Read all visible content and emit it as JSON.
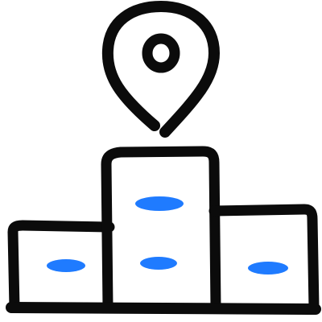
{
  "icon": {
    "name": "location-podium-icon",
    "colors": {
      "stroke": "#0b0b0b",
      "accent": "#1f7bff",
      "background": "#ffffff"
    },
    "parts": [
      {
        "name": "map-pin-icon"
      },
      {
        "name": "podium-left-block"
      },
      {
        "name": "podium-center-block"
      },
      {
        "name": "podium-right-block"
      }
    ]
  }
}
